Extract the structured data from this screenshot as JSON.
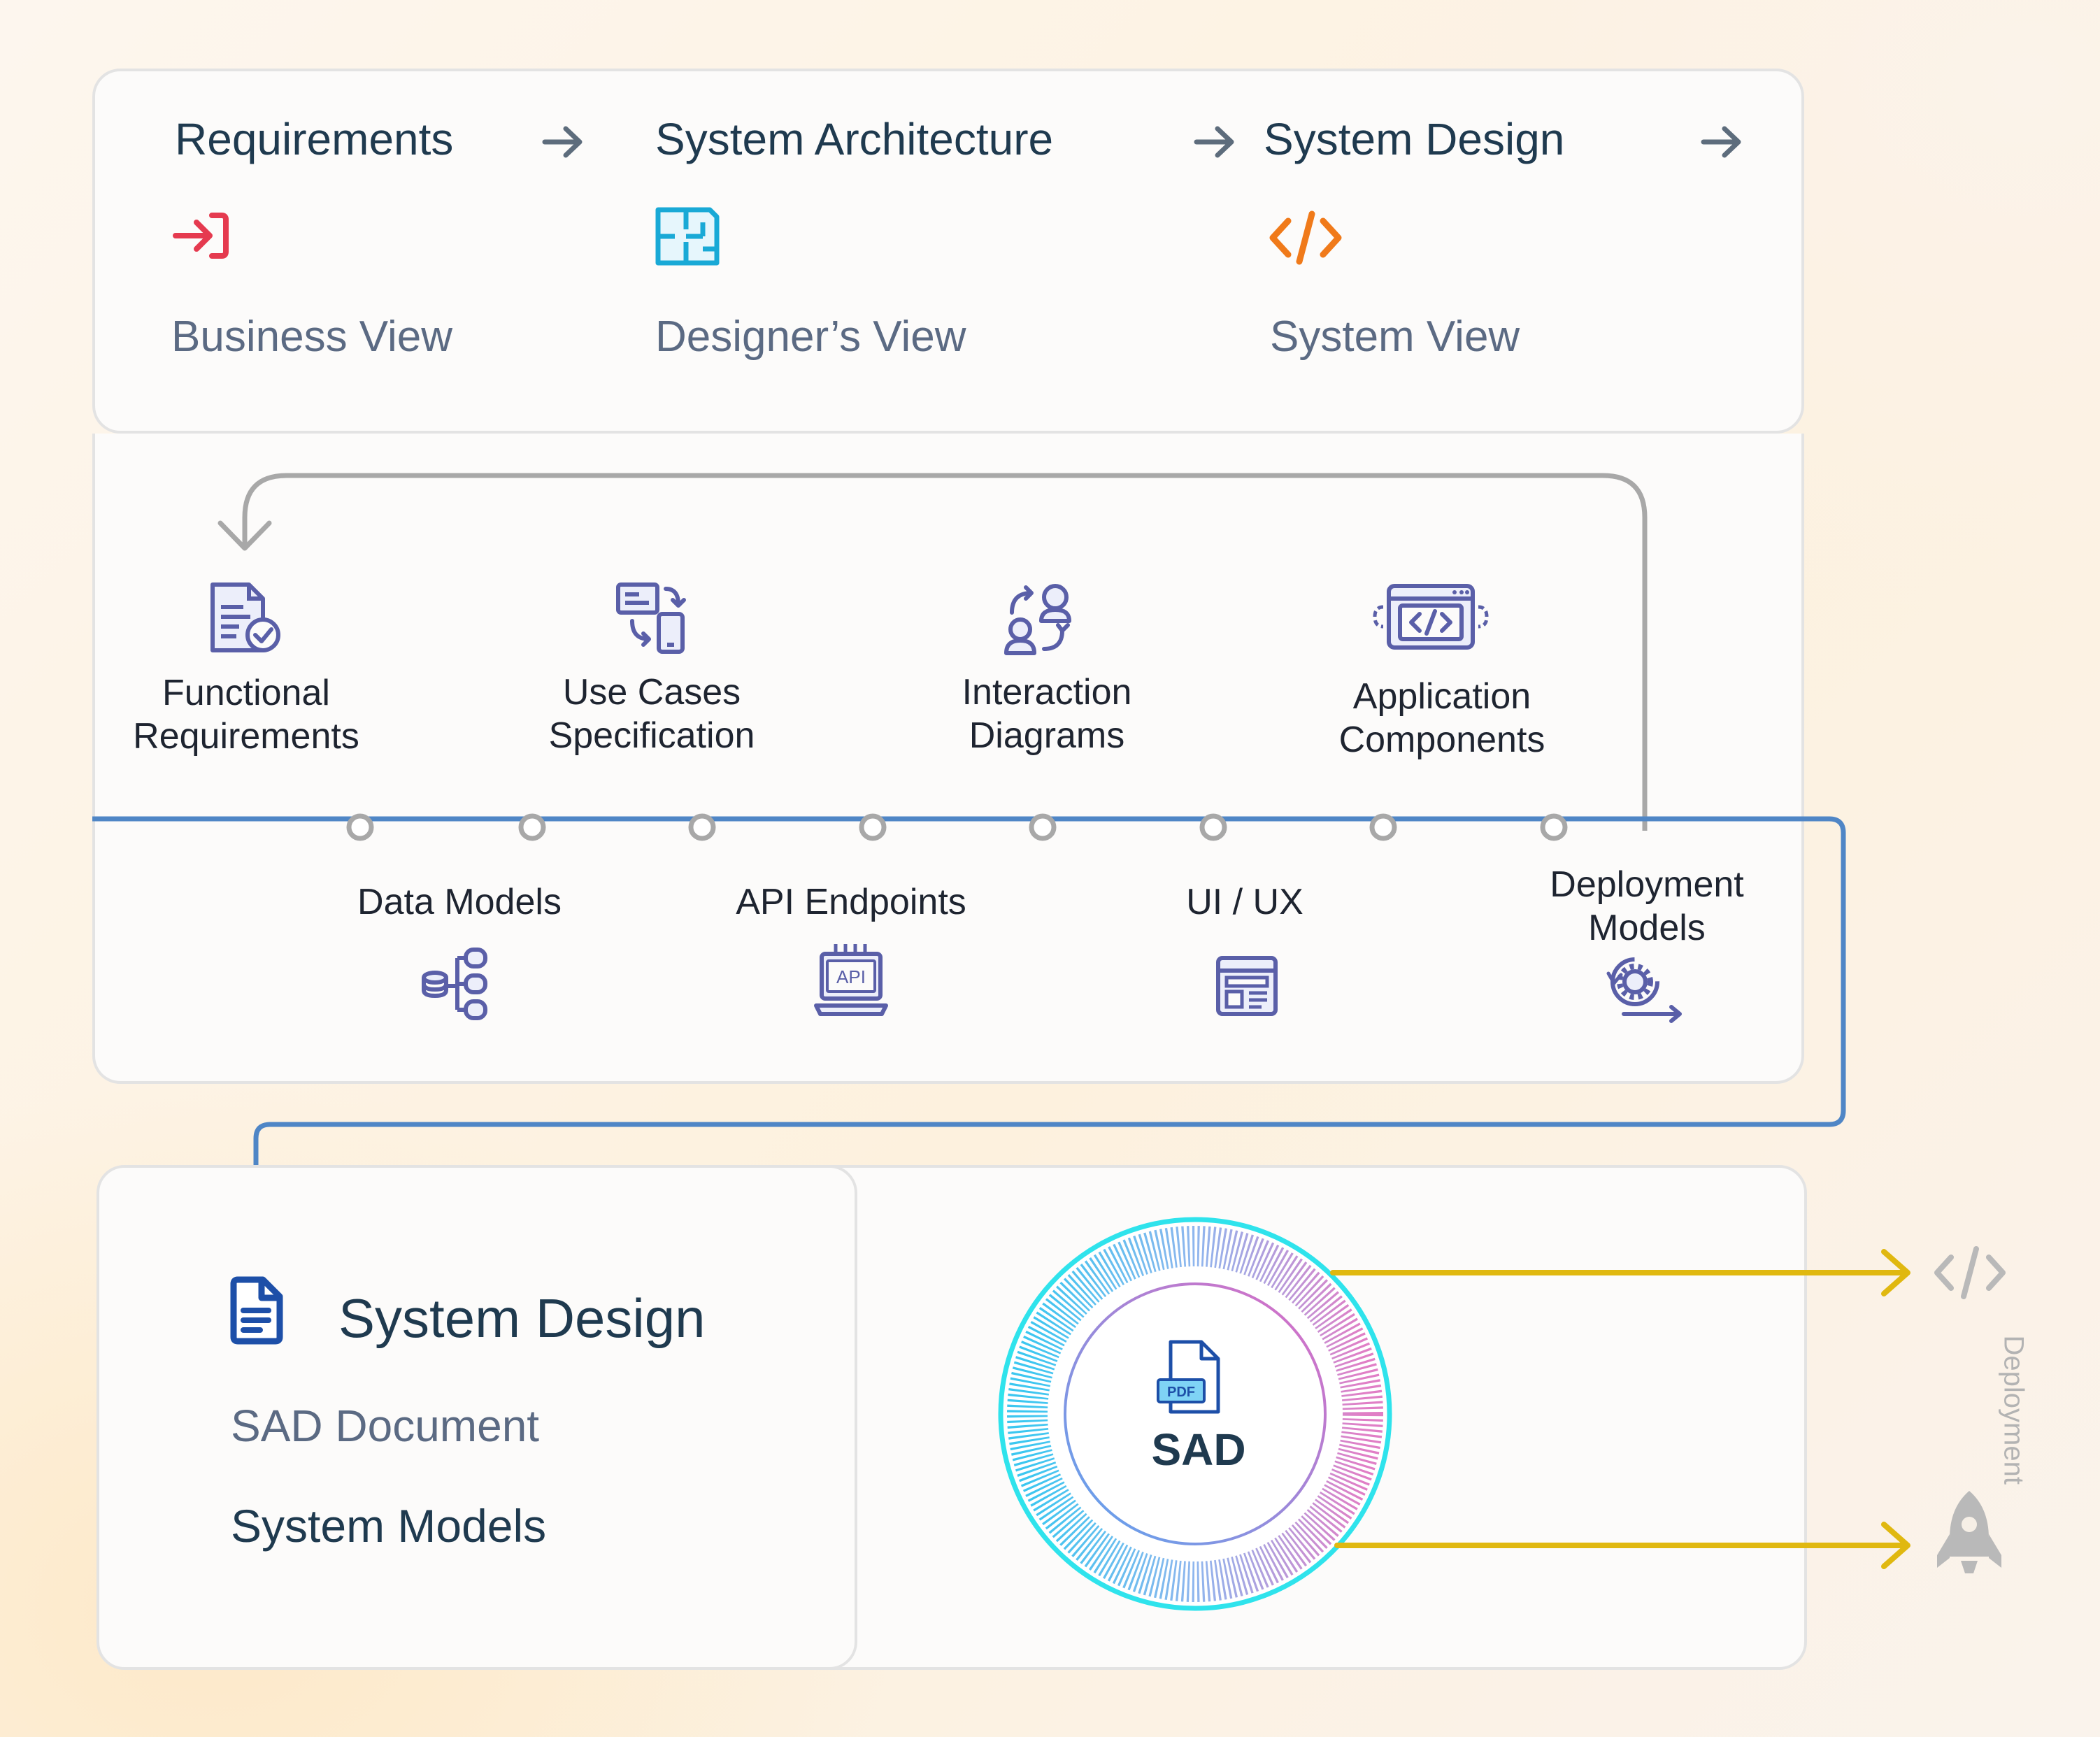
{
  "top": {
    "stages": [
      {
        "title": "Requirements",
        "view": "Business View",
        "icon": "enter-arrow-icon",
        "color": "#e53a4f"
      },
      {
        "title": "System Architecture",
        "view": "Designer’s View",
        "icon": "layout-blueprint-icon",
        "color": "#19a9d6"
      },
      {
        "title": "System Design",
        "view": "System View",
        "icon": "code-brackets-icon",
        "color": "#f07a1a"
      }
    ]
  },
  "artifacts": {
    "upper": [
      {
        "label": "Functional Requirements",
        "icon": "checked-document-icon"
      },
      {
        "label": "Use Cases Specification",
        "icon": "devices-sync-icon"
      },
      {
        "label": "Interaction Diagrams",
        "icon": "user-interaction-icon"
      },
      {
        "label": "Application Components",
        "icon": "code-window-icon"
      }
    ],
    "lower": [
      {
        "label": "Data Models",
        "icon": "database-tree-icon"
      },
      {
        "label": "API Endpoints",
        "icon": "api-laptop-icon"
      },
      {
        "label": "UI / UX",
        "icon": "wireframe-icon"
      },
      {
        "label": "Deployment Models",
        "icon": "gear-cycle-icon"
      }
    ],
    "icon_color": "#5a5fa8"
  },
  "output": {
    "title": "System Design",
    "items": [
      "SAD Document",
      "System Models"
    ],
    "document_icon_color": "#1d4fa8",
    "hub": {
      "label": "SAD",
      "badge": "PDF"
    },
    "side_label": "Deployment",
    "arrow_color": "#e0b810",
    "flow_color": "#4f86c6"
  }
}
